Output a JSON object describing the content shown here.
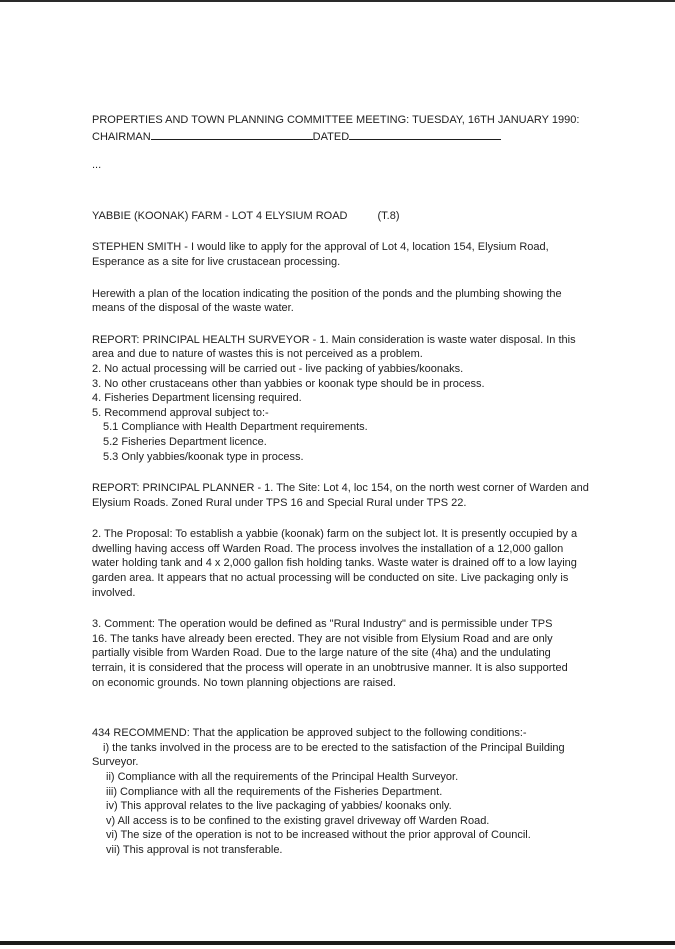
{
  "header": {
    "title": "PROPERTIES AND TOWN PLANNING COMMITTEE MEETING: TUESDAY, 16TH JANUARY 1990:",
    "chairman_label": "CHAIRMAN",
    "dated_label": "DATED",
    "ellipsis": "..."
  },
  "item": {
    "heading": "YABBIE (KOONAK) FARM - LOT 4 ELYSIUM ROAD",
    "ref": "(T.8)"
  },
  "application": {
    "lines": [
      "STEPHEN SMITH  -  I would like to apply for the approval of Lot 4, location 154, Elysium Road,",
      "Esperance as a site for live crustacean processing."
    ]
  },
  "plan_note": {
    "lines": [
      "Herewith a plan of the location indicating the position of the ponds and the plumbing showing the",
      "means of the disposal of the waste water."
    ]
  },
  "health_report": {
    "lines": [
      "REPORT: PRINCIPAL HEALTH SURVEYOR  -  1.  Main consideration is waste water disposal.  In this",
      "area and due to nature of wastes this is not perceived as a problem.",
      "2.  No actual processing will be carried out - live packing of yabbies/koonaks.",
      "3.  No other crustaceans other than yabbies or koonak type should be in process.",
      "4.  Fisheries Department licensing required.",
      "5.  Recommend approval subject to:-"
    ],
    "sub_items": [
      "5.1 Compliance with Health Department requirements.",
      "5.2 Fisheries Department licence.",
      "5.3 Only yabbies/koonak type in process."
    ]
  },
  "planner_report": {
    "site_lines": [
      "REPORT: PRINCIPAL PLANNER  -  1. The Site:  Lot 4, loc 154, on the north west corner of Warden and",
      "Elysium Roads.  Zoned Rural under TPS 16 and Special Rural under TPS 22."
    ],
    "proposal_lines": [
      "2.  The Proposal:  To establish a yabbie (koonak) farm on the subject lot.  It is presently occupied by a",
      "dwelling having access off Warden Road.  The process involves the installation of a 12,000 gallon",
      "water holding tank and 4 x 2,000 gallon fish holding tanks.  Waste water is drained off to a low laying",
      "garden area.  It appears that no actual processing will be conducted on site.  Live packaging only is",
      "involved."
    ],
    "comment_lines": [
      "3.  Comment:  The operation would be defined as \"Rural Industry\" and is permissible under TPS",
      "16.  The tanks have already been erected.  They are not visible from Elysium Road and are only",
      "partially visible from Warden Road.  Due to the large nature of the site (4ha) and the undulating",
      "terrain, it is considered that the process will operate in an unobtrusive manner.  It is also supported",
      "on economic grounds.  No town planning objections are raised."
    ]
  },
  "recommendation": {
    "intro": "434  RECOMMEND:  That the application be approved subject to the following conditions:-",
    "condition_1": "i)    the tanks involved in the process are to be erected to the satisfaction of the Principal Building",
    "condition_1_cont": "Surveyor.",
    "conditions": [
      "ii)   Compliance with all the requirements of the Principal Health Surveyor.",
      "iii)  Compliance with all the requirements of the Fisheries Department.",
      "iv)   This approval relates to the live packaging of yabbies/ koonaks only.",
      "v)    All access is to be confined to the existing gravel driveway off Warden Road.",
      "vi)   The size of the operation is not to be increased without the prior approval of Council.",
      "vii)  This approval is not transferable."
    ]
  }
}
